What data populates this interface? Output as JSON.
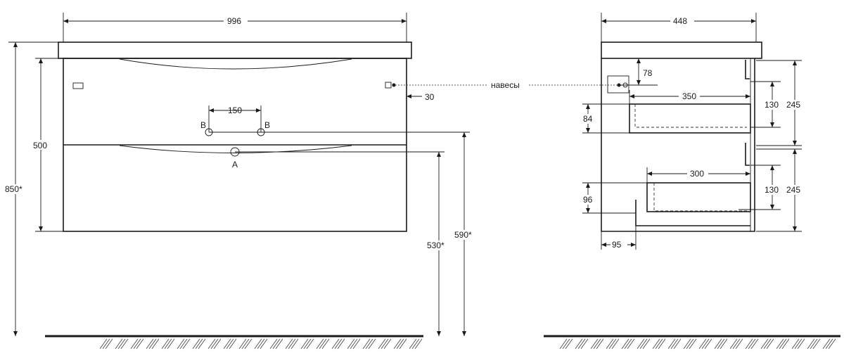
{
  "front_view": {
    "width_dim": "996",
    "height_total_dim": "850*",
    "cabinet_height_dim": "500",
    "drain_height_dim": "530*",
    "inlet_height_dim": "590*",
    "inlet_spacing_dim": "150",
    "hinge_offset_dim": "30",
    "inlet_left_label": "B",
    "inlet_right_label": "B",
    "drain_label": "A"
  },
  "callout": {
    "hinges_label": "навесы"
  },
  "side_view": {
    "depth_dim": "448",
    "hinge_drop_dim": "78",
    "upper_drawer_depth_dim": "350",
    "lower_drawer_depth_dim": "300",
    "upper_drawer_front_dim": "245",
    "lower_drawer_front_dim": "245",
    "upper_drawer_inner_dim": "130",
    "lower_drawer_inner_dim": "130",
    "upper_drawer_side_dim": "84",
    "lower_drawer_side_dim": "96",
    "plinth_offset_dim": "95"
  }
}
